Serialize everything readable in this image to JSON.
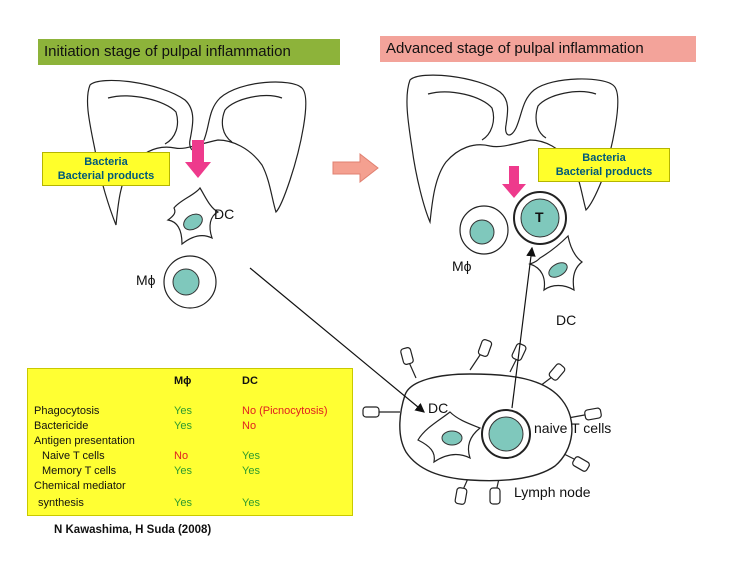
{
  "titles": {
    "left": "Initiation stage of pulpal inflammation",
    "right": "Advanced stage of pulpal inflammation",
    "left_color": "#8db33a",
    "right_color": "#f3a39a"
  },
  "bacteria": {
    "left_line1": "Bacteria",
    "left_line2": "Bacterial products",
    "right_line1": "Bacteria",
    "right_line2": "Bacterial products"
  },
  "labels": {
    "dc_left": "DC",
    "mphi_left": "Mϕ",
    "mphi_right": "Mϕ",
    "t_cell": "T",
    "dc_right": "DC",
    "dc_lymph": "DC",
    "naive_t": "naive T cells",
    "lymph_node": "Lymph node"
  },
  "table": {
    "col_mphi": "Mϕ",
    "col_dc": "DC",
    "rows": [
      {
        "label": "Phagocytosis",
        "mphi": "Yes",
        "dc": "No (Picnocytosis)"
      },
      {
        "label": "Bactericide",
        "mphi": "Yes",
        "dc": "No"
      },
      {
        "label": "Antigen presentation",
        "mphi": "",
        "dc": ""
      },
      {
        "label": "Naive T cells",
        "mphi": "No",
        "dc": "Yes"
      },
      {
        "label": "Memory T cells",
        "mphi": "Yes",
        "dc": "Yes"
      },
      {
        "label": "Chemical mediator",
        "mphi": "",
        "dc": ""
      },
      {
        "label": "synthesis",
        "mphi": "Yes",
        "dc": "Yes"
      }
    ]
  },
  "credit": "N Kawashima, H Suda (2008)",
  "colors": {
    "cell_fill": "#7fc8bc",
    "arrow_magenta": "#ee3a8c",
    "arrow_salmon": "#f4a090",
    "table_bg": "#ffff33",
    "yes_color": "#2e9a2e",
    "no_color": "#e02020"
  }
}
